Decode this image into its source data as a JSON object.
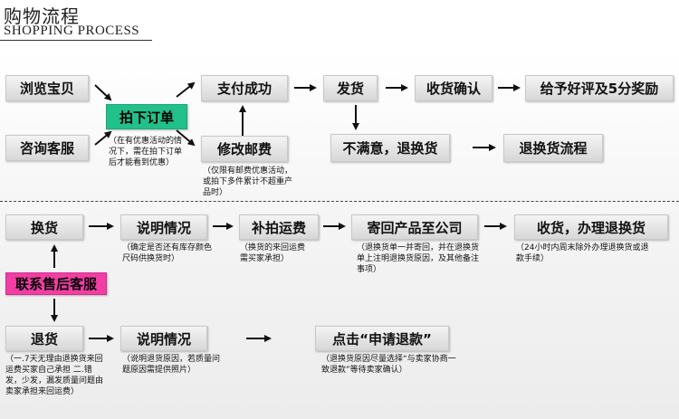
{
  "header": {
    "title": "购物流程",
    "subtitle": "SHOPPING  PROCESS"
  },
  "purchase": {
    "browse": "浏览宝贝",
    "consult": "咨询客服",
    "place_order": "拍下订单",
    "place_order_note": "（在有优惠活动的情况下，需在拍下订单后才能看到优惠）",
    "pay_success": "支付成功",
    "modify_postage": "修改邮费",
    "modify_postage_note": "（仅限有邮费优惠活动，或拍下多件累计不超重产品时）",
    "ship": "发货",
    "confirm_receipt": "收货确认",
    "review_reward": "给予好评及5分奖励",
    "dissatisfied_return": "不满意，退换货",
    "return_exchange_process": "退换货流程"
  },
  "exchange": {
    "exchange": "换货",
    "explain": "说明情况",
    "explain_note": "（确定是否还有库存颜色尺码供换货时）",
    "pay_shipping": "补拍运费",
    "pay_shipping_note": "（换货的来回运费需买家承担）",
    "send_back": "寄回产品至公司",
    "send_back_note": "（退换货单一并寄回，并在退换货单上注明退换货原因，及其他备注事项）",
    "receive": "收货，办理退换货",
    "receive_note": "（24小时内周末除外办理退换货或退款手续）"
  },
  "after_sales": {
    "contact": "联系售后客服"
  },
  "refund": {
    "refund": "退货",
    "refund_note": "（一.7天无理由退换货来回运费买家自己承担 二.错发，少发，漏发质量问题由卖家承担来回运费）",
    "explain": "说明情况",
    "explain_note": "（说明退货原因，若质量问题原因需提供照片）",
    "apply": "点击“申请退款”",
    "apply_note": "（退换货原因尽量选择“与卖家协商一致退款”等待卖家确认）"
  },
  "colors": {
    "green_box": "#22c08a",
    "pink_box": "#f03ea4",
    "grey_box": "#e2e2e2"
  }
}
